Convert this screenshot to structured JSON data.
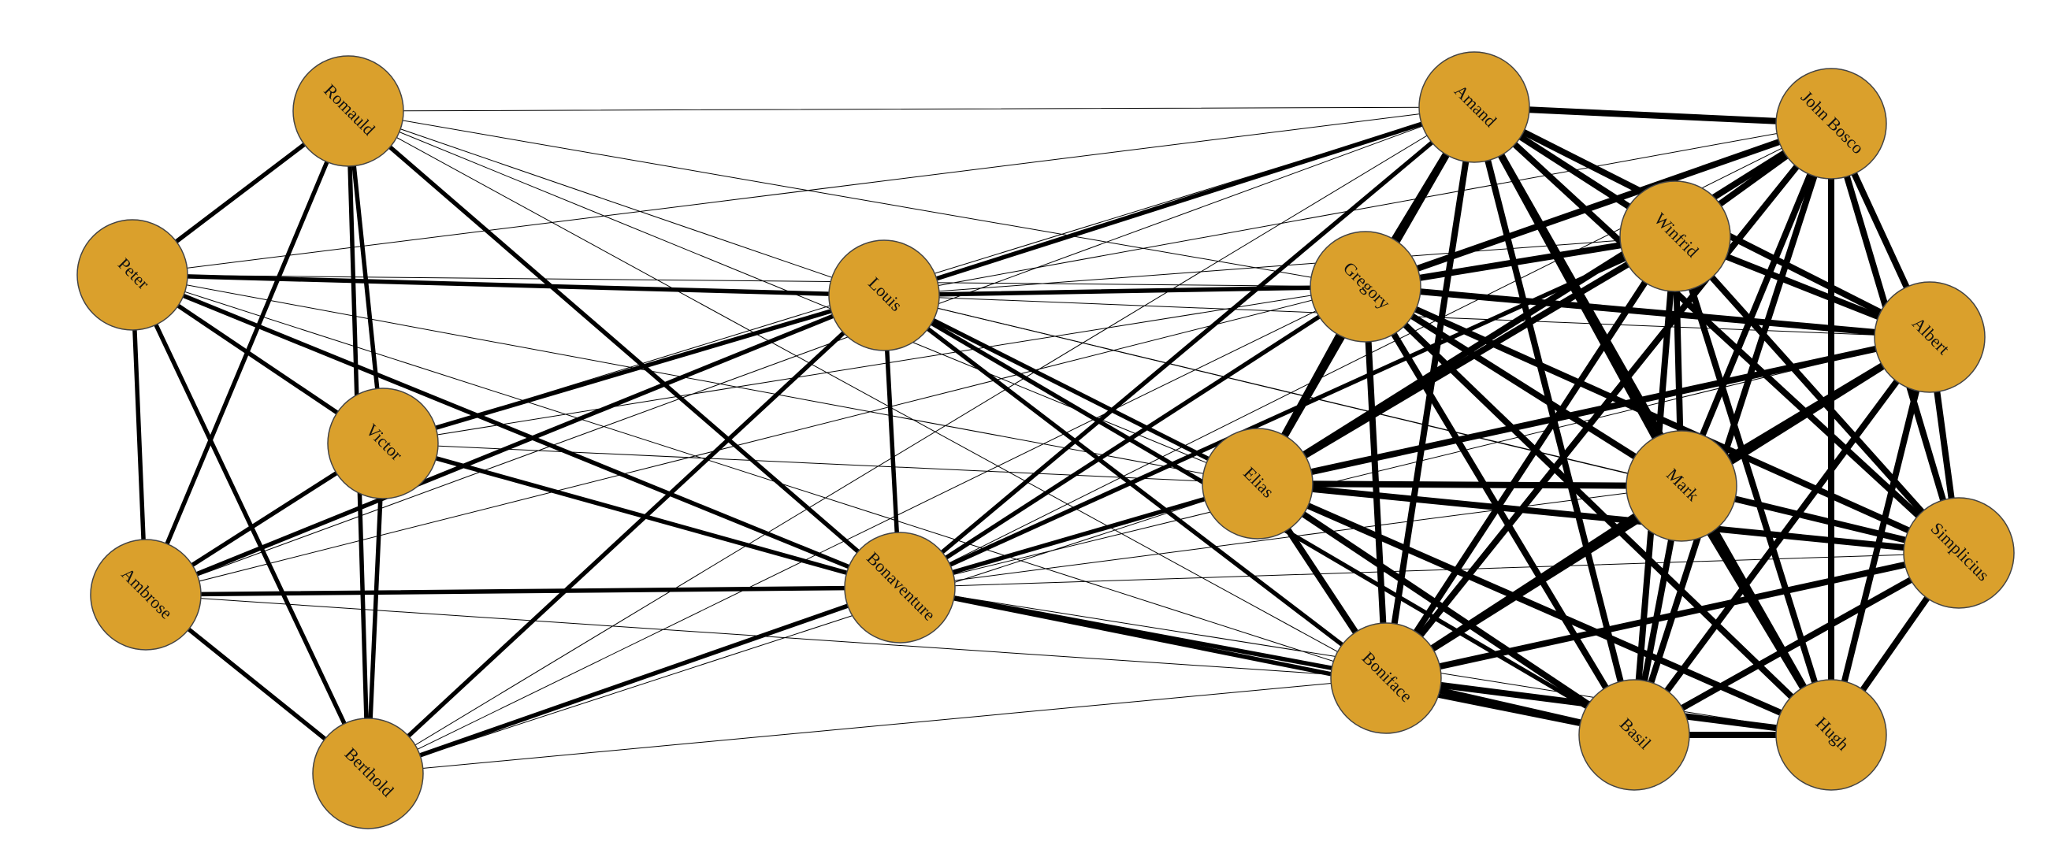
{
  "colors": {
    "node_fill": "#DAA02C",
    "edge": "#000000",
    "background": "#ffffff"
  },
  "nodes": [
    {
      "id": "romauld",
      "label": "Romauld"
    },
    {
      "id": "peter",
      "label": "Peter"
    },
    {
      "id": "victor",
      "label": "Victor"
    },
    {
      "id": "ambrose",
      "label": "Ambrose"
    },
    {
      "id": "berthold",
      "label": "Berthold"
    },
    {
      "id": "louis",
      "label": "Louis"
    },
    {
      "id": "bonaventure",
      "label": "Bonaventure"
    },
    {
      "id": "amand",
      "label": "Amand"
    },
    {
      "id": "john_bosco",
      "label": "John Bosco"
    },
    {
      "id": "winfrid",
      "label": "Winfrid"
    },
    {
      "id": "gregory",
      "label": "Gregory"
    },
    {
      "id": "albert",
      "label": "Albert"
    },
    {
      "id": "elias",
      "label": "Elias"
    },
    {
      "id": "mark",
      "label": "Mark"
    },
    {
      "id": "simplicius",
      "label": "Simplicius"
    },
    {
      "id": "boniface",
      "label": "Boniface"
    },
    {
      "id": "basil",
      "label": "Basil"
    },
    {
      "id": "hugh",
      "label": "Hugh"
    }
  ],
  "edges": [
    [
      "romauld",
      "peter",
      3
    ],
    [
      "romauld",
      "victor",
      3
    ],
    [
      "romauld",
      "ambrose",
      3
    ],
    [
      "romauld",
      "berthold",
      3
    ],
    [
      "romauld",
      "louis",
      1
    ],
    [
      "romauld",
      "bonaventure",
      3
    ],
    [
      "romauld",
      "amand",
      1
    ],
    [
      "romauld",
      "gregory",
      1
    ],
    [
      "romauld",
      "elias",
      1
    ],
    [
      "romauld",
      "boniface",
      1
    ],
    [
      "peter",
      "victor",
      3
    ],
    [
      "peter",
      "ambrose",
      3
    ],
    [
      "peter",
      "berthold",
      3
    ],
    [
      "peter",
      "louis",
      3
    ],
    [
      "peter",
      "bonaventure",
      3
    ],
    [
      "peter",
      "amand",
      1
    ],
    [
      "peter",
      "gregory",
      1
    ],
    [
      "peter",
      "elias",
      1
    ],
    [
      "peter",
      "boniface",
      1
    ],
    [
      "victor",
      "ambrose",
      3
    ],
    [
      "victor",
      "berthold",
      3
    ],
    [
      "victor",
      "louis",
      3
    ],
    [
      "victor",
      "bonaventure",
      3
    ],
    [
      "victor",
      "amand",
      1
    ],
    [
      "victor",
      "gregory",
      1
    ],
    [
      "victor",
      "elias",
      1
    ],
    [
      "ambrose",
      "berthold",
      3
    ],
    [
      "ambrose",
      "louis",
      3
    ],
    [
      "ambrose",
      "bonaventure",
      3
    ],
    [
      "ambrose",
      "amand",
      1
    ],
    [
      "ambrose",
      "gregory",
      1
    ],
    [
      "ambrose",
      "boniface",
      1
    ],
    [
      "berthold",
      "louis",
      3
    ],
    [
      "berthold",
      "bonaventure",
      3
    ],
    [
      "berthold",
      "amand",
      1
    ],
    [
      "berthold",
      "gregory",
      1
    ],
    [
      "berthold",
      "elias",
      1
    ],
    [
      "berthold",
      "boniface",
      1
    ],
    [
      "louis",
      "bonaventure",
      3
    ],
    [
      "louis",
      "amand",
      3
    ],
    [
      "louis",
      "john_bosco",
      1
    ],
    [
      "louis",
      "winfrid",
      1
    ],
    [
      "louis",
      "gregory",
      3
    ],
    [
      "louis",
      "albert",
      1
    ],
    [
      "louis",
      "elias",
      3
    ],
    [
      "louis",
      "mark",
      1
    ],
    [
      "louis",
      "boniface",
      3
    ],
    [
      "louis",
      "basil",
      3
    ],
    [
      "louis",
      "simplicius",
      1
    ],
    [
      "bonaventure",
      "amand",
      3
    ],
    [
      "bonaventure",
      "john_bosco",
      1
    ],
    [
      "bonaventure",
      "winfrid",
      3
    ],
    [
      "bonaventure",
      "gregory",
      3
    ],
    [
      "bonaventure",
      "albert",
      1
    ],
    [
      "bonaventure",
      "elias",
      3
    ],
    [
      "bonaventure",
      "mark",
      1
    ],
    [
      "bonaventure",
      "boniface",
      3
    ],
    [
      "bonaventure",
      "basil",
      3
    ],
    [
      "bonaventure",
      "hugh",
      1
    ],
    [
      "bonaventure",
      "simplicius",
      1
    ],
    [
      "amand",
      "john_bosco",
      5
    ],
    [
      "amand",
      "winfrid",
      5
    ],
    [
      "amand",
      "gregory",
      5
    ],
    [
      "amand",
      "albert",
      5
    ],
    [
      "amand",
      "elias",
      5
    ],
    [
      "amand",
      "mark",
      5
    ],
    [
      "amand",
      "simplicius",
      5
    ],
    [
      "amand",
      "boniface",
      5
    ],
    [
      "amand",
      "basil",
      5
    ],
    [
      "amand",
      "hugh",
      5
    ],
    [
      "john_bosco",
      "winfrid",
      5
    ],
    [
      "john_bosco",
      "gregory",
      5
    ],
    [
      "john_bosco",
      "albert",
      5
    ],
    [
      "john_bosco",
      "elias",
      5
    ],
    [
      "john_bosco",
      "mark",
      5
    ],
    [
      "john_bosco",
      "simplicius",
      5
    ],
    [
      "john_bosco",
      "boniface",
      5
    ],
    [
      "john_bosco",
      "basil",
      5
    ],
    [
      "john_bosco",
      "hugh",
      5
    ],
    [
      "winfrid",
      "gregory",
      5
    ],
    [
      "winfrid",
      "albert",
      5
    ],
    [
      "winfrid",
      "elias",
      5
    ],
    [
      "winfrid",
      "mark",
      5
    ],
    [
      "winfrid",
      "simplicius",
      5
    ],
    [
      "winfrid",
      "boniface",
      5
    ],
    [
      "winfrid",
      "basil",
      5
    ],
    [
      "winfrid",
      "hugh",
      5
    ],
    [
      "gregory",
      "albert",
      5
    ],
    [
      "gregory",
      "elias",
      5
    ],
    [
      "gregory",
      "mark",
      5
    ],
    [
      "gregory",
      "simplicius",
      5
    ],
    [
      "gregory",
      "boniface",
      5
    ],
    [
      "gregory",
      "basil",
      5
    ],
    [
      "gregory",
      "hugh",
      5
    ],
    [
      "albert",
      "elias",
      5
    ],
    [
      "albert",
      "mark",
      5
    ],
    [
      "albert",
      "simplicius",
      5
    ],
    [
      "albert",
      "boniface",
      5
    ],
    [
      "albert",
      "basil",
      5
    ],
    [
      "albert",
      "hugh",
      5
    ],
    [
      "elias",
      "mark",
      5
    ],
    [
      "elias",
      "simplicius",
      5
    ],
    [
      "elias",
      "boniface",
      5
    ],
    [
      "elias",
      "basil",
      5
    ],
    [
      "elias",
      "hugh",
      5
    ],
    [
      "mark",
      "simplicius",
      5
    ],
    [
      "mark",
      "boniface",
      5
    ],
    [
      "mark",
      "basil",
      5
    ],
    [
      "mark",
      "hugh",
      5
    ],
    [
      "simplicius",
      "boniface",
      5
    ],
    [
      "simplicius",
      "basil",
      5
    ],
    [
      "simplicius",
      "hugh",
      5
    ],
    [
      "boniface",
      "basil",
      5
    ],
    [
      "boniface",
      "hugh",
      5
    ],
    [
      "basil",
      "hugh",
      5
    ]
  ]
}
